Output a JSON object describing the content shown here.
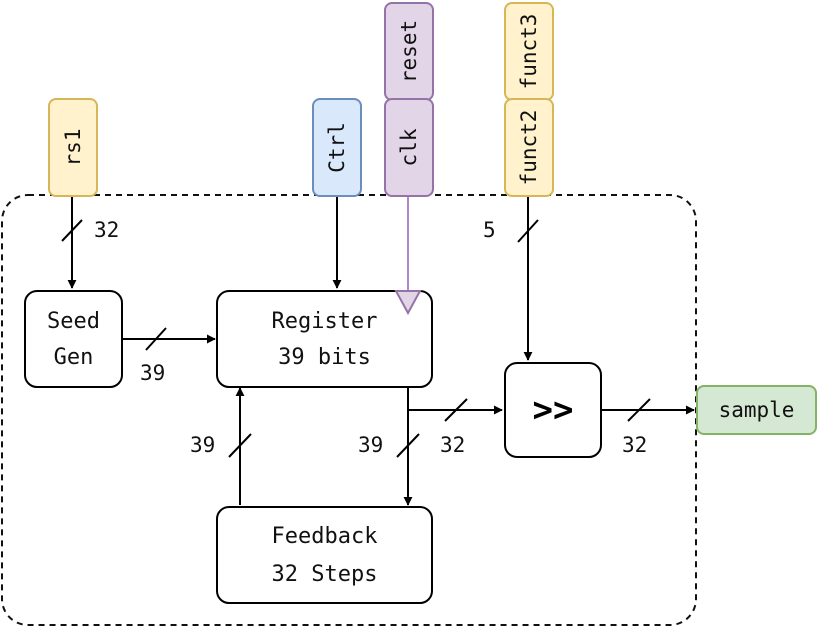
{
  "inputs": {
    "rs1": "rs1",
    "ctrl": "Ctrl",
    "reset": "reset",
    "clk": "clk",
    "funct3": "funct3",
    "funct2": "funct2"
  },
  "output": {
    "sample": "sample"
  },
  "blocks": {
    "seed_gen": {
      "line1": "Seed",
      "line2": "Gen"
    },
    "register": {
      "line1": "Register",
      "line2": "39 bits"
    },
    "feedback": {
      "line1": "Feedback",
      "line2": "32 Steps"
    },
    "shifter": {
      "symbol": ">>"
    }
  },
  "buses": {
    "rs1_width": "32",
    "seed_width": "39",
    "shift_amount_width": "5",
    "feedback_in_width": "39",
    "feedback_out_width": "39",
    "shifter_in_width": "32",
    "shifter_out_width": "32"
  },
  "colors": {
    "yellow_fill": "#fff2cc",
    "yellow_stroke": "#d6b656",
    "blue_fill": "#dae8fc",
    "blue_stroke": "#6c8ebf",
    "purple_fill": "#e1d5e7",
    "purple_stroke": "#9673a6",
    "green_fill": "#d5e8d4",
    "green_stroke": "#82b366"
  }
}
